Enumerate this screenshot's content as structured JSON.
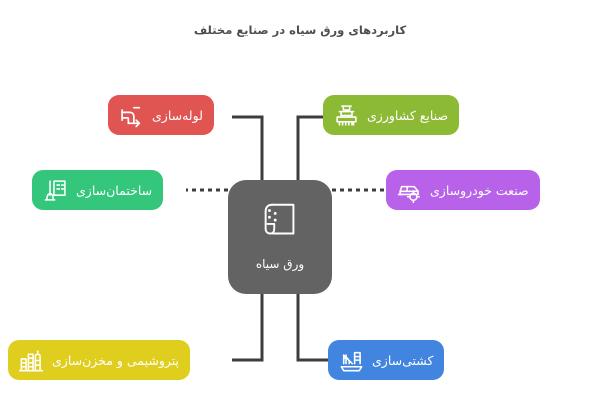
{
  "title": "کاربردهای ورق سیاه در صنایع مختلف",
  "center": {
    "label": "ورق سیاه",
    "icon": "steel-sheet-roll-icon",
    "color": "#636363"
  },
  "connector": {
    "color": "#3d3d3d",
    "style": "solid",
    "width": 3
  },
  "background": "#ffffff",
  "nodes": [
    {
      "id": "pipe",
      "label": "لوله‌سازی",
      "icon": "pipe-icon",
      "color": "#e05451",
      "position": "top-right"
    },
    {
      "id": "agriculture",
      "label": "صنایع کشاورزی",
      "icon": "tractor-icon",
      "color": "#8cba35",
      "position": "top-left"
    },
    {
      "id": "construction",
      "label": "ساختمان‌سازی",
      "icon": "building-hardhat-icon",
      "color": "#34c77b",
      "position": "middle-right"
    },
    {
      "id": "automotive",
      "label": "صنعت خودروسازی",
      "icon": "car-gear-icon",
      "color": "#b762e8",
      "position": "middle-left"
    },
    {
      "id": "petrochem",
      "label": "پتروشیمی و مخزن‌سازی",
      "icon": "refinery-tank-icon",
      "color": "#e0ce1e",
      "position": "bottom-right"
    },
    {
      "id": "shipbuild",
      "label": "کشتی‌سازی",
      "icon": "shipyard-crane-icon",
      "color": "#4285e0",
      "position": "bottom-left"
    }
  ]
}
